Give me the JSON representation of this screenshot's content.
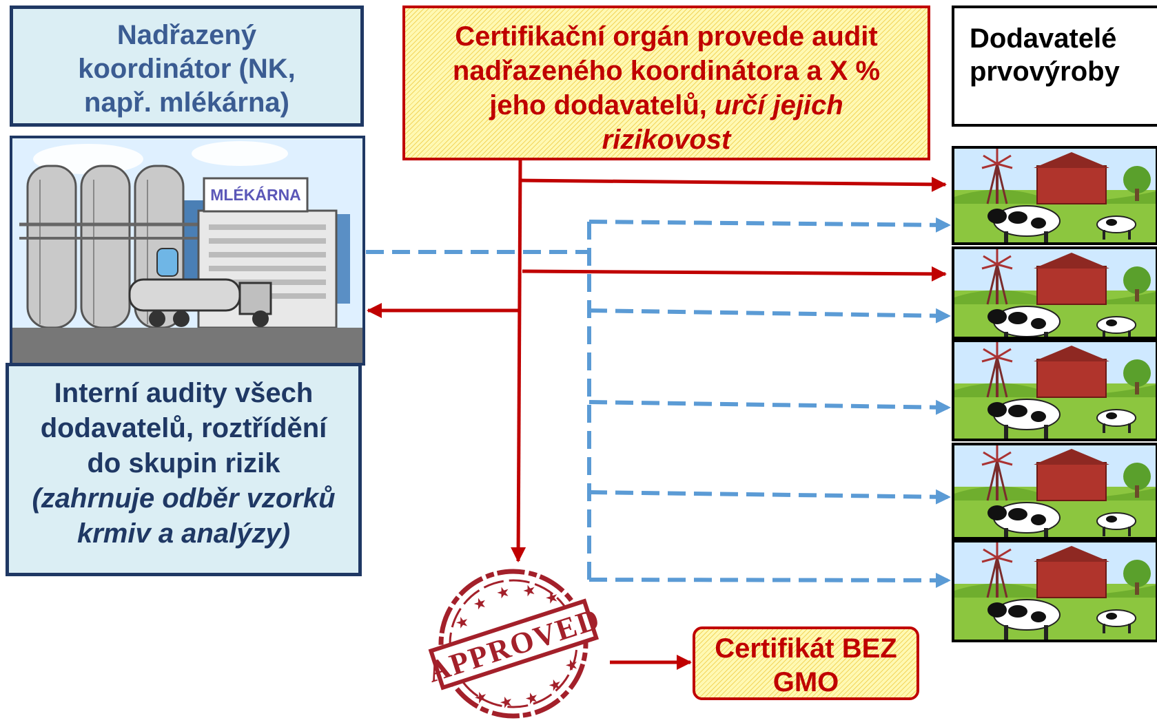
{
  "nk_box": {
    "line1": "Nadřazený",
    "line2": "koordinátor (NK,",
    "line3": "např. mlékárna)"
  },
  "cert_box": {
    "line1": "Certifikační orgán provede audit",
    "line2": "nadřazeného koordinátora a X %",
    "line3_plain": "jeho dodavatelů, ",
    "line3_italic": "určí jejich",
    "line4_italic": "rizikovost"
  },
  "suppliers_box": {
    "line1": "Dodavatelé",
    "line2": "prvovýroby"
  },
  "audit_box": {
    "line1": "Interní audity všech",
    "line2": "dodavatelů, roztřídění",
    "line3": "do skupin rizik",
    "line4_italic": "(zahrnuje odběr vzorků",
    "line5_italic": "krmiv a analýzy)"
  },
  "dairy_sign": "MLÉKÁRNA",
  "stamp_text": "APPROVED",
  "result_box": {
    "line1": "Certifikát BEZ",
    "line2": "GMO"
  },
  "colors": {
    "red": "#c00000",
    "blue_dashed": "#5b9bd5",
    "navy": "#1f3864",
    "light_blue": "#dbeef4",
    "yellow": "#fff9b3"
  },
  "farms": [
    {
      "icon": "farm-cow-illustration"
    },
    {
      "icon": "farm-cow-illustration"
    },
    {
      "icon": "farm-cow-illustration"
    },
    {
      "icon": "farm-cow-illustration"
    },
    {
      "icon": "farm-cow-illustration"
    }
  ]
}
